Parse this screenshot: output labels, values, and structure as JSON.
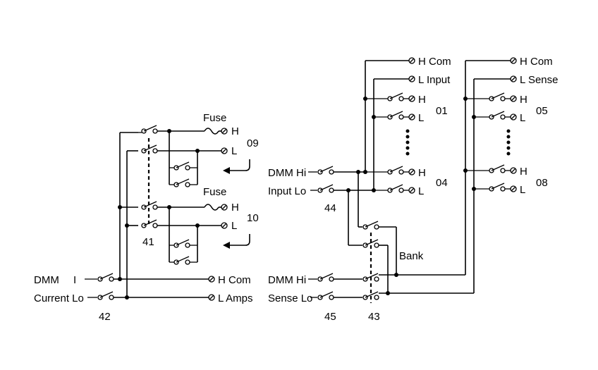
{
  "left": {
    "fuse1_label": "Fuse",
    "fuse2_label": "Fuse",
    "ch09_h": "H",
    "ch09_l": "L",
    "ch09_num": "09",
    "ch10_h": "H",
    "ch10_l": "L",
    "ch10_num": "10",
    "relay41": "41",
    "dmm_i_a": "DMM",
    "dmm_i_b": "I",
    "current_lo": "Current Lo",
    "relay42": "42",
    "h_com": "H Com",
    "l_amps": "L Amps"
  },
  "right": {
    "h_com1": "H Com",
    "l_input": "L  Input",
    "h_com2": "H Com",
    "l_sense": "L  Sense",
    "ch01_h": "H",
    "ch01_l": "L",
    "ch01_num": "01",
    "ch04_h": "H",
    "ch04_l": "L",
    "ch04_num": "04",
    "ch05_h": "H",
    "ch05_l": "L",
    "ch05_num": "05",
    "ch08_h": "H",
    "ch08_l": "L",
    "ch08_num": "08",
    "dmm_hi1": "DMM Hi",
    "input_lo": "Input Lo",
    "relay44": "44",
    "bank": "Bank",
    "dmm_hi2": "DMM Hi",
    "sense_lo": "Sense Lo",
    "relay45": "45",
    "relay43": "43"
  }
}
